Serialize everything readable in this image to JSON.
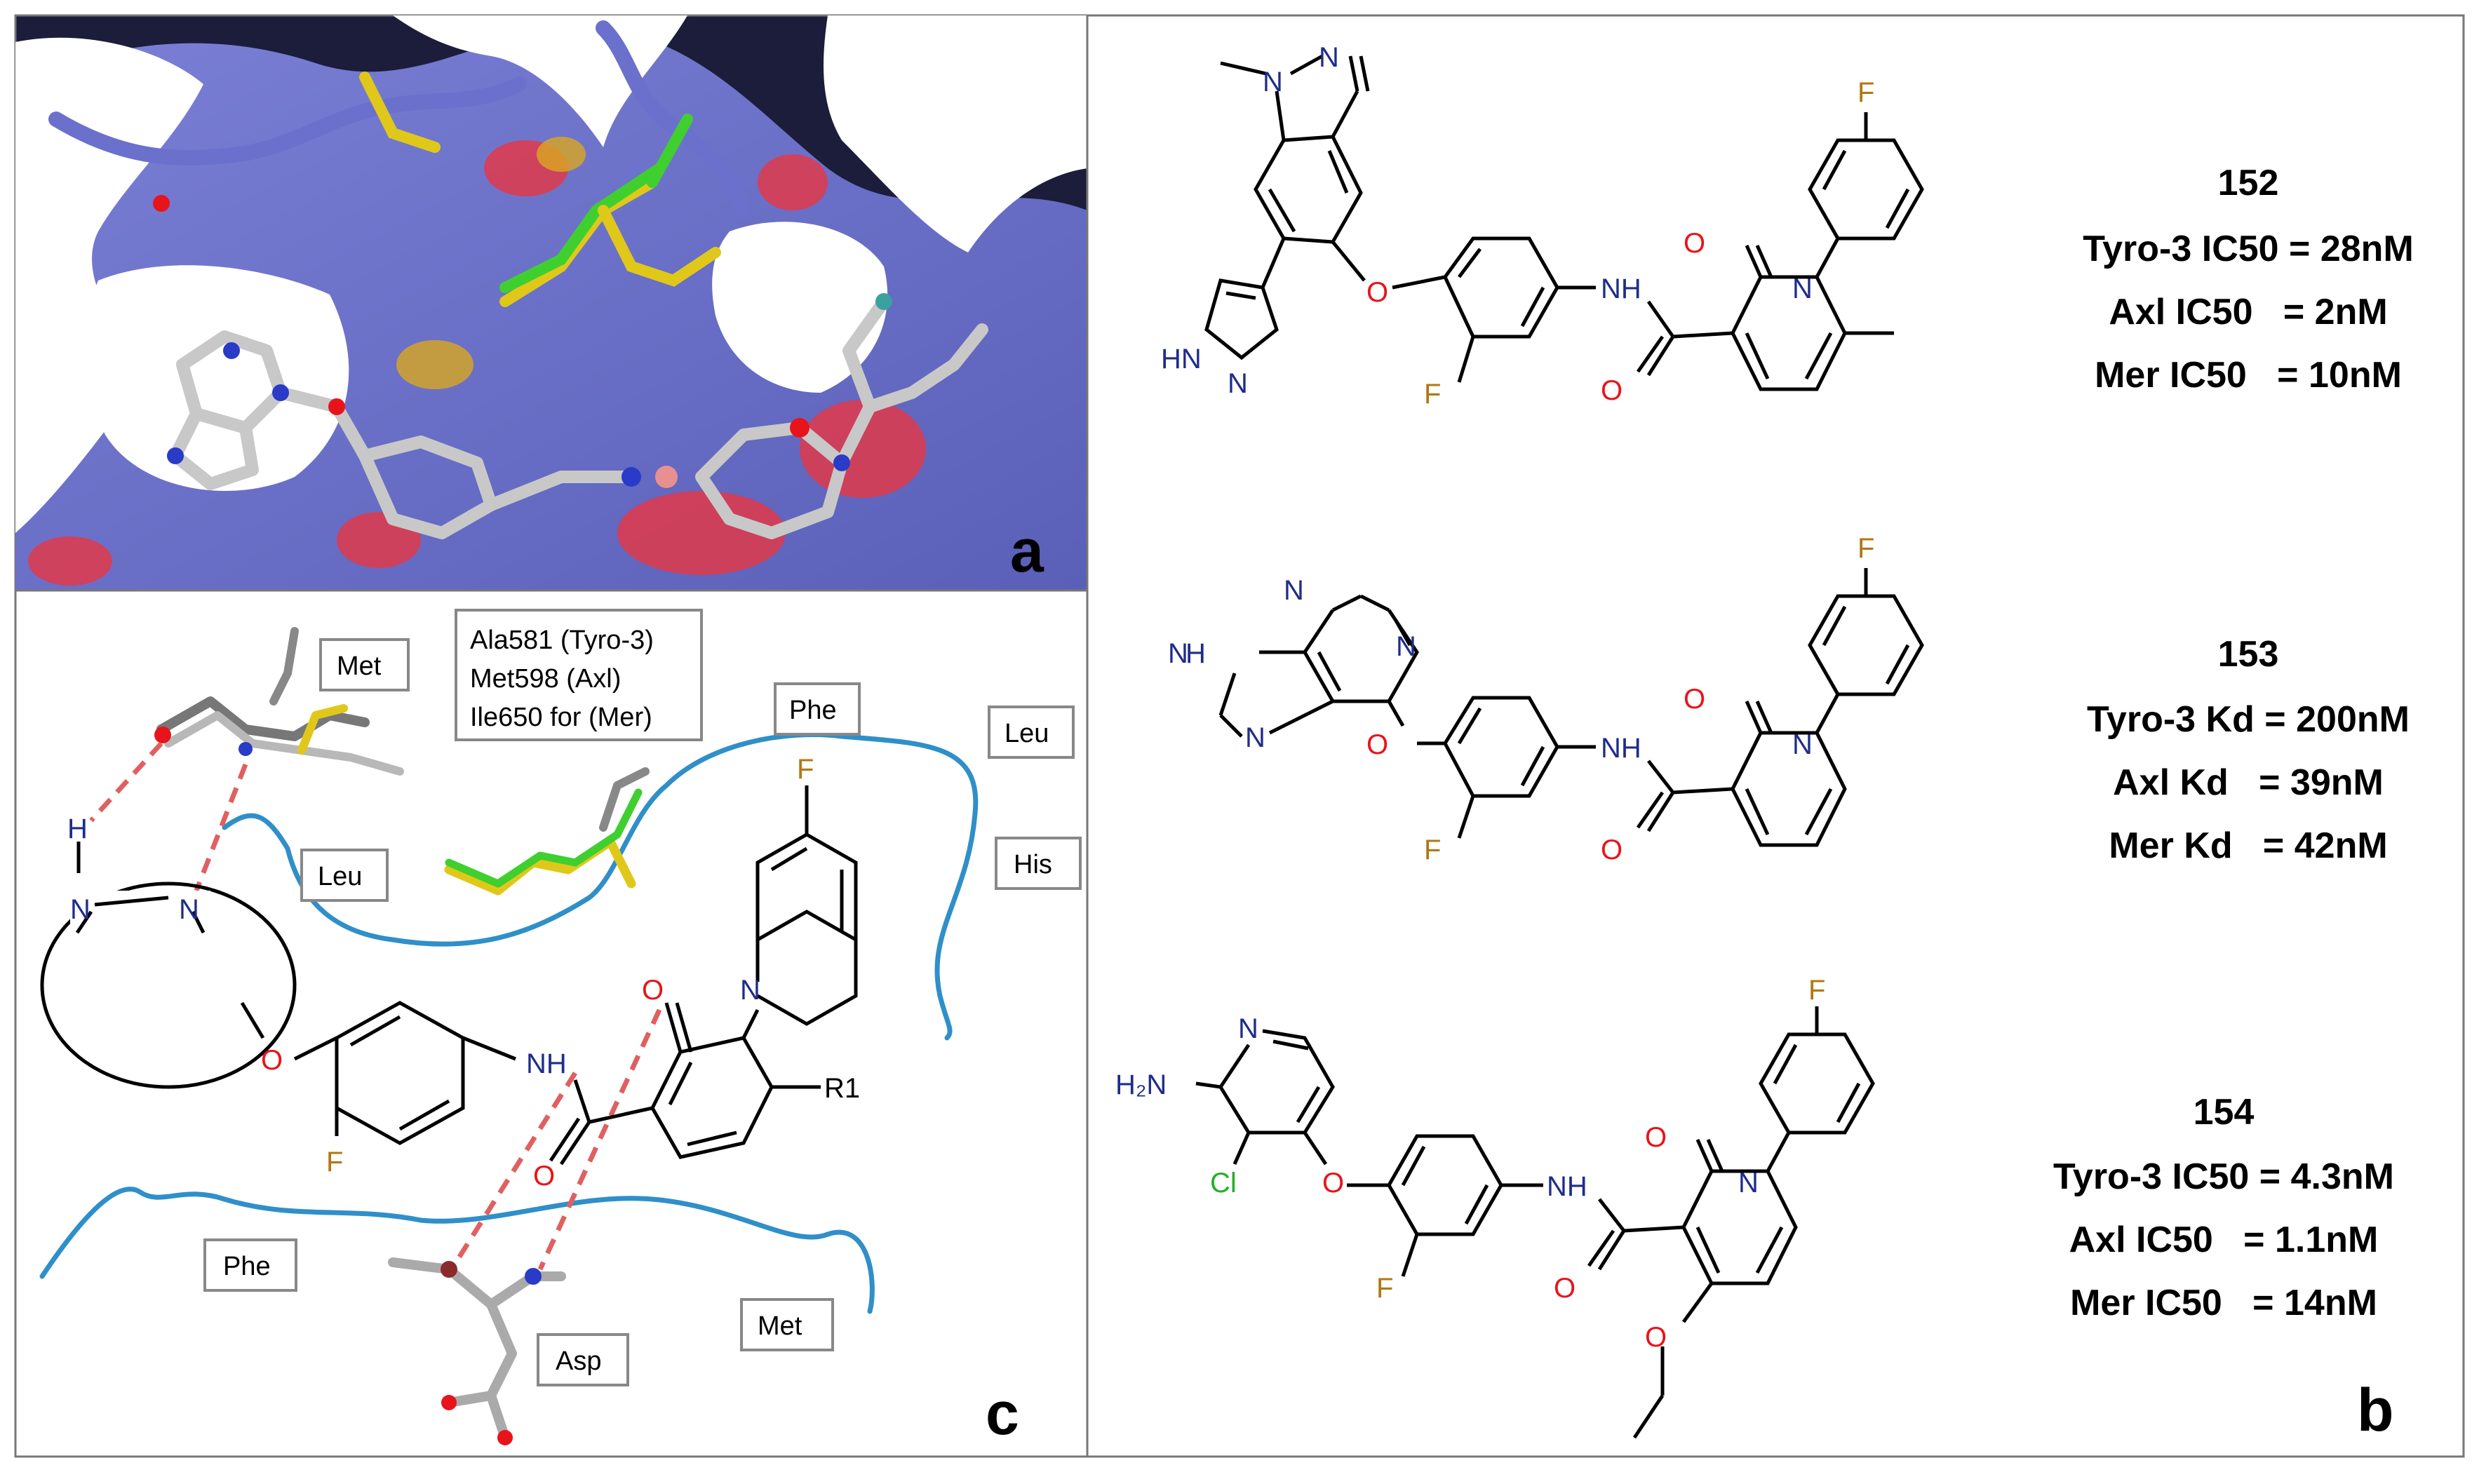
{
  "panels": {
    "a": {
      "letter": "a"
    },
    "b": {
      "letter": "b"
    },
    "c": {
      "letter": "c"
    }
  },
  "compounds": [
    {
      "id": "152",
      "lines": [
        "Tyro-3 IC50 = 28nM",
        "Axl IC50   = 2nM",
        "Mer IC50   = 10nM"
      ]
    },
    {
      "id": "153",
      "lines": [
        "Tyro-3 Kd = 200nM",
        "Axl Kd   = 39nM",
        "Mer Kd   = 42nM"
      ]
    },
    {
      "id": "154",
      "lines": [
        "Tyro-3 IC50 = 4.3nM",
        "Axl IC50   = 1.1nM",
        "Mer IC50   = 14nM"
      ]
    }
  ],
  "atoms": {
    "N": "N",
    "NH": "NH",
    "HN": "HN",
    "H2N": "H₂N",
    "H": "H",
    "O": "O",
    "F": "F",
    "Cl": "Cl",
    "R1": "R1"
  },
  "residues": {
    "met_top": "Met",
    "gatekeeper": [
      "Ala581  (Tyro-3)",
      "Met598  (Axl)",
      "Ile650 for (Mer)"
    ],
    "phe_top": "Phe",
    "leu_right": "Leu",
    "leu_left": "Leu",
    "his": "His",
    "phe_bottom": "Phe",
    "asp": "Asp",
    "met_bottom": "Met"
  },
  "colors": {
    "surface_blue": "#6e73cc",
    "surface_red": "#e0394a",
    "interaction_line": "#2f8fc9",
    "hbond": "#e06060",
    "nitrogen": "#1f2d8a",
    "oxygen": "#e8141b",
    "fluorine": "#b07812",
    "chlorine": "#24b02a"
  }
}
